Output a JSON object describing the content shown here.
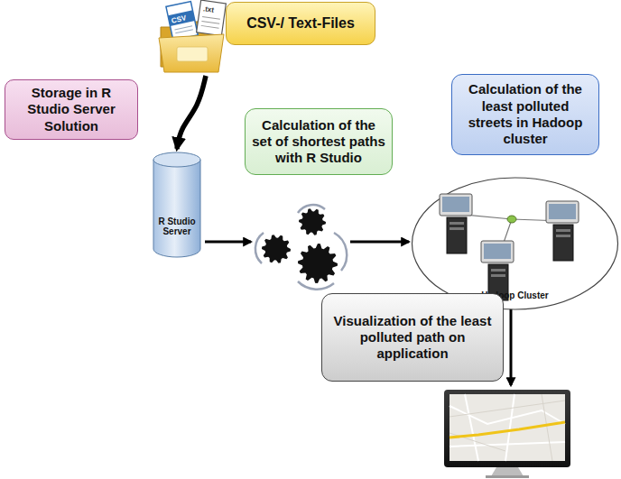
{
  "diagram": {
    "nodes": [
      {
        "text": [
          "CSV-/ Text-Files"
        ]
      },
      {
        "text": [
          "Storage in R Studio Server Solution"
        ]
      },
      {
        "text": [
          "R Studio Server"
        ]
      },
      {
        "text": [
          "Calculation of the set of shortest paths with R Studio"
        ]
      },
      {
        "text": [
          "Calculation of the least polluted streets in Hadoop cluster"
        ]
      },
      {
        "text": [
          "Hadoop Cluster"
        ]
      },
      {
        "text": [
          "Visualization of the least polluted path on application"
        ]
      }
    ],
    "edges": [
      {
        "from": 0,
        "to": 2,
        "arrow": "to"
      },
      {
        "from": 2,
        "to": 3,
        "arrow": "to"
      },
      {
        "from": 3,
        "to": 5,
        "arrow": "to"
      },
      {
        "from": 5,
        "to": 6,
        "arrow": "to"
      }
    ],
    "labels": [
      "CSV",
      ".txt"
    ]
  }
}
